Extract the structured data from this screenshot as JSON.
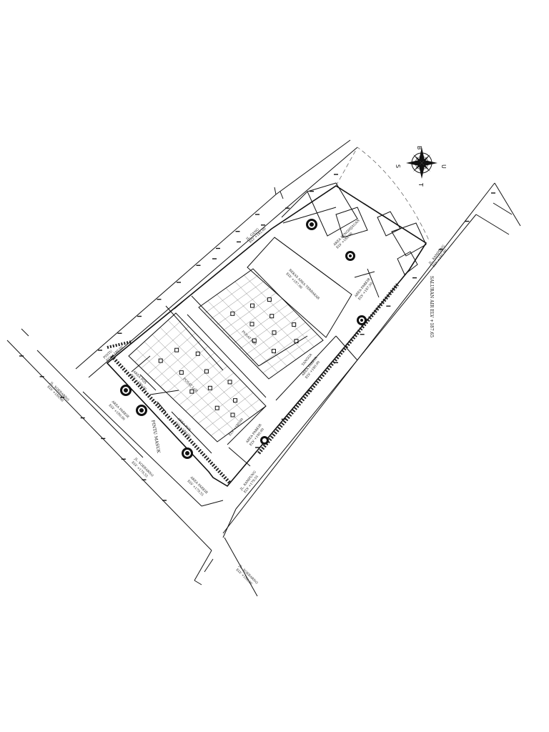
{
  "site_plan": {
    "compass": {
      "north": "U",
      "south": "S",
      "east": "T",
      "west": "B"
    },
    "labels": {
      "jl_soebarno_top": "JL. SOEBARNO",
      "elv_top_left": "ELV +180.00",
      "jl_soebarno_bottom": "JL. SOEBARNO",
      "elv_bottom_left": "ELV +180.00",
      "jl_soebarno_mid": "JL. SOEBARNO",
      "elv_mid": "ELV +179.55",
      "jl_gang": "JL. GANG",
      "elv_gang": "ELV +182.00",
      "jl_kampung_right": "JL. KAMPUNG",
      "elv_kampung_right": "ELV +182.00",
      "jl_kampung_bottom": "JL. KAMPUNG",
      "elv_kampung_bottom": "ELV +179.55",
      "saluran_air": "SALURAN AIR ELV +187.65",
      "area_penghijauan": "AREA PENGHIJAUAN",
      "elv_penghijauan": "ELV +188.00",
      "bekas_area_terbakar": "BEKAS AREA TERBAKAR",
      "elv_terbakar": "ELV +187.00",
      "area_parkir_1": "AREA PARKIR",
      "elv_parkir_1": "ELV +187.50",
      "area_parkir_2": "AREA PARKIR",
      "elv_parkir_2": "ELV +180.00",
      "area_parkir_3": "AREA PARKIR",
      "elv_parkir_3": "ELV +180.00",
      "area_parkir_4": "AREA PARKIR",
      "elv_parkir_4": "ELV +180.00",
      "area_parkir_5": "AREA PARKIR",
      "elv_parkir_5": "ELV +179.55",
      "area_pos": "AREA POS",
      "elv_pos": "ELV +180.00",
      "area_pos_2": "AREA POS",
      "elv_pos_2": "ELV +180.00",
      "elv_area_1": "ELV +180.00",
      "elv_area_2": "ELV +180.00",
      "pusat_los": "PUSAT LOS",
      "pusat_los_2": "PUSAT LOS",
      "pintu_masuk": "PINTU MASUK",
      "pintu_label": "PINTU",
      "tangga": "TANGGA"
    }
  }
}
